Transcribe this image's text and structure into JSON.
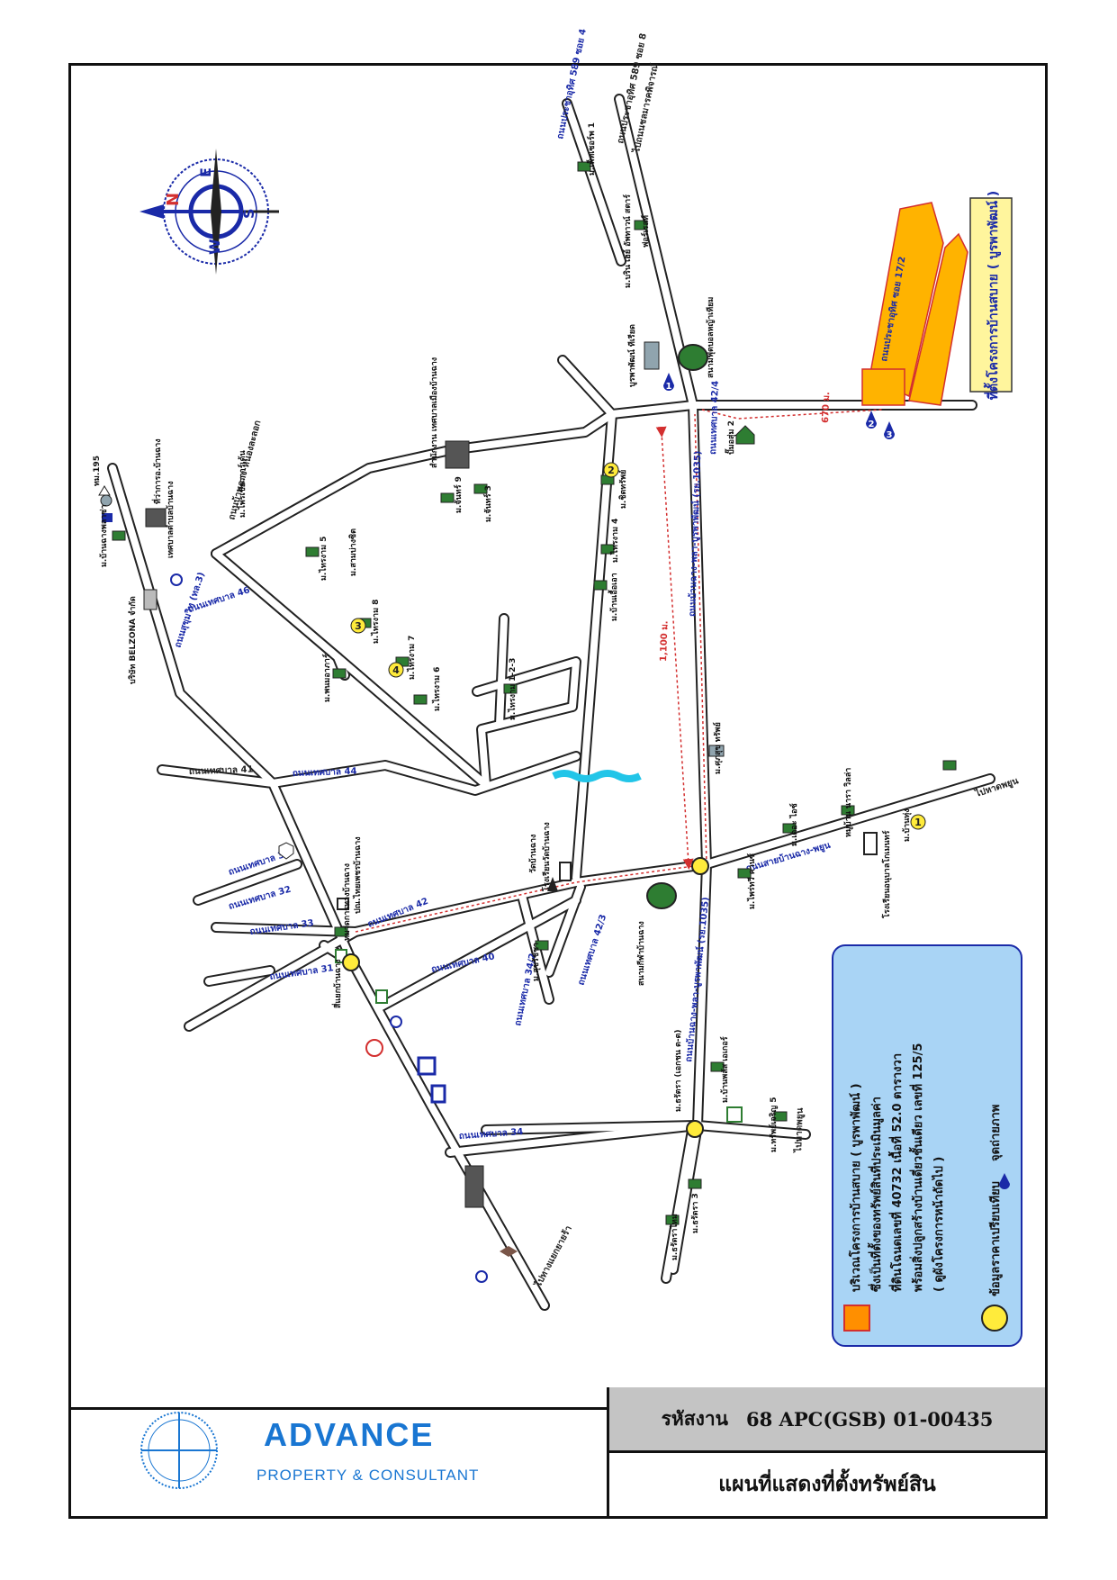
{
  "compass": {
    "n": "N",
    "e": "E",
    "s": "S",
    "w": "W"
  },
  "roads": {
    "road_1": "ถนนประชาอุทิศ 589 ซอย 4",
    "road_2": "ไปถนนชลมารคพิจารณ์",
    "road_3": "ถนนประชาอุทิศ 589 ซอย 8",
    "road_4": "ถนนเทศบาล 42/4",
    "road_5": "ถนนบ้านฉาง-หนองละลอก",
    "road_6": "ถนนบ้านฉาง-พลา-บูรพาพัฒน์ (รย.1035)",
    "road_7": "ถนนเทศบาล 46",
    "road_8": "ถนนสุขุมวิท (ทล.3)",
    "road_9": "ถนนเทศบาล 44",
    "road_10": "ถนนเทศบาล 41",
    "road_11": "ถนนเทศบาล 42",
    "road_12": "ถนนเทศบาล 40",
    "road_13": "ถนนสายบ้านฉาง-พยูน",
    "road_14": "ถนนเทศบาล 34",
    "road_15": "ถนนเทศบาล 36",
    "road_16": "ถนนเทศบาล 32",
    "road_17": "ถนนเทศบาล 33",
    "road_18": "ถนนเทศบาล 31",
    "road_19": "ถนนเทศบาล 42/3",
    "road_20": "ถนนเทศบาล 34/2",
    "road_21": "ถนนบ้านฉาง-พลา-บูรพาพัฒน์ (รย.1035)",
    "road_22": "ถนนประชาอุทิศ ซอย 17/2",
    "road_23": "ไปทางแยกยายร้า",
    "road_24": "ไปหาดพยูน",
    "road_25": "ไปหาดพยูน"
  },
  "places": {
    "p_1": "ม.เพ็ทเซอร์พ 1",
    "p_2": "ม.บริน เฮย์ อัพทาวน์ สตาร์",
    "p_3": "ฟอร์เรสท์",
    "p_4": "บูรพาพัฒน์ ทีเรียด",
    "p_5": "สนามฟุตบอลหญ้าเทียม",
    "p_6": "ปั๊มอสุ่ม 2",
    "p_7": "สำนักงาน เทศบาลเมืองบ้านฉาง",
    "p_8": "ม.จันทร์ 9",
    "p_9": "ม.จันทร์ 3",
    "p_10": "ม.ชิตทรัพย์",
    "p_11": "ม.ไทรงาม 4",
    "p_12": "ม.บ้านเอื้อเอา",
    "p_13": "ม.ศุภสุข ทรัพย์",
    "p_14": "ม.ไพรเขียวการ์เด้น",
    "p_15": "ม.ไทรงาม 5",
    "p_16": "ม.สามบ่างซิต",
    "p_17": "ม.ไทรงาม 8",
    "p_18": "ม.ไทรงาม 7",
    "p_19": "ม.ไทรงาม 6",
    "p_20": "ม.พนมอาภาร์",
    "p_21": "ม.ไทรงาม 1-2-3",
    "p_22": "บริษัท BELZONA จำกัด",
    "p_23": "ม.บ้านฉางพลาซ่า",
    "p_24": "ทม.195",
    "p_25": "ที่ว่าการอ.บ้านฉาง",
    "p_26": "เทศบาลตำบลบ้านฉาง",
    "p_27": "ม.บ้านทุ่ง",
    "p_28": "ม.ไพร่ทวี คานซ์",
    "p_29": "ม.เดอะ ไอซ์",
    "p_30": "หมู่บ้าน นารา วิลล่า",
    "p_31": "โรงเรียนอนุบาลโกเมนทร์",
    "p_32": "ม.สุขรัชชา",
    "p_33": "วัดบ้านฉาง",
    "p_34": "โรงเรียนวัดบ้านฉาง",
    "p_35": "สนามกีฬาบ้านฉาง",
    "p_36": "ม.บ้านพลัส เอเกอร์",
    "p_37": "ม.ธรัตรา (เอกชน ต-ต)",
    "p_38": "ม.ทรัพย์เจริญ 5",
    "p_39": "ม.ธรัตรา 3",
    "p_40": "ม.ธรัตราไหม",
    "p_41": "ปณ.ไทยเพชรบ้านฉาง",
    "p_42": "หมวดการทางบ้านฉาง",
    "p_43": "สี่แยกบ้านฉาง"
  },
  "distances": {
    "d1": "1,100 ม.",
    "d2": "670 ม."
  },
  "project": {
    "label": "ที่ตั้งโครงการบ้านสบาย ( บูรพาพัฒน์ )"
  },
  "markers": {
    "m1": "1",
    "m2": "2",
    "m3": "3",
    "m4": "4",
    "g1": "1",
    "g2": "2",
    "g3": "3"
  },
  "legend": {
    "line1": "บริเวณโครงการบ้านสบาย ( บูรพาพัฒน์ )",
    "line2": "ซึ่งเป็นที่ตั้งของทรัพย์สินที่ประเมินมูลค่า",
    "line3": "ที่ดินโฉนดเลขที่ 40732 เนื้อที่ 52.0 ตารางวา",
    "line4": "พร้อมสิ่งปลูกสร้างบ้านเดี่ยวชั้นเดียว เลขที่ 125/5",
    "line5": "( ดูผังโครงการหน้าถัดไป )",
    "line6": "ข้อมูลราคาเปรียบเทียบ",
    "line7": "จุดถ่ายภาพ"
  },
  "footer": {
    "brand_name": "ADVANCE",
    "brand_sub": "PROPERTY & CONSULTANT",
    "code_label": "รหัสงาน",
    "code_value": "68 APC(GSB) 01-00435",
    "title": "แผนที่แสดงที่ตั้งทรัพย์สิน"
  },
  "colors": {
    "road_label": "#1a2aa8",
    "route": "#d32f2f",
    "project": "#ffb300",
    "legend_bg": "#a9d4f5",
    "marker": "#ffeb3b",
    "brand": "#1976d2"
  }
}
